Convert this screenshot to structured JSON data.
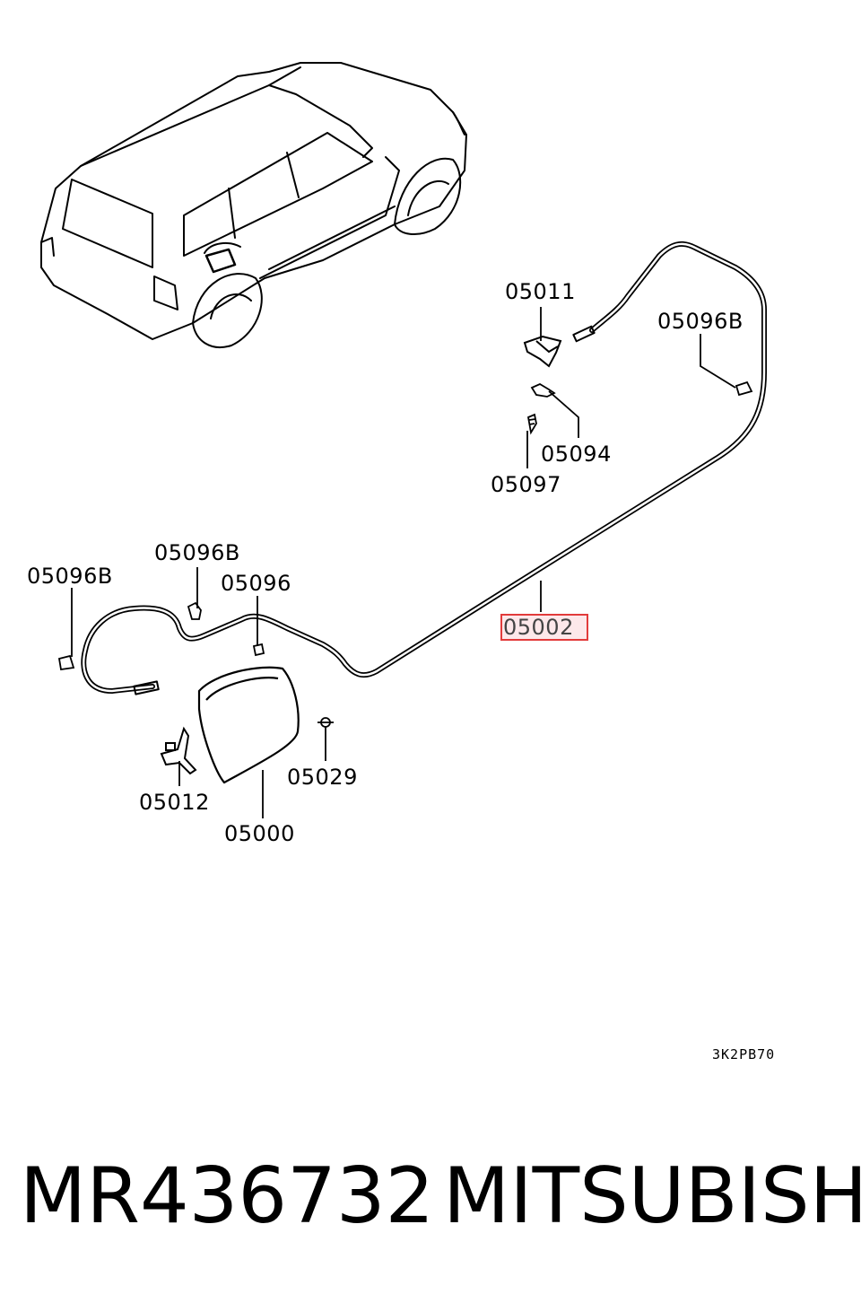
{
  "callouts": {
    "c05011": "05011",
    "c05096B_right": "05096B",
    "c05094": "05094",
    "c05097": "05097",
    "c05096B_left": "05096B",
    "c05096B_mid": "05096B",
    "c05096": "05096",
    "c05002": "05002",
    "c05029": "05029",
    "c05012": "05012",
    "c05000": "05000"
  },
  "diagram_code": "3K2PB70",
  "footer": {
    "part_number": "MR436732",
    "brand": "MITSUBISHI"
  },
  "highlight_color": "#e23b3b"
}
